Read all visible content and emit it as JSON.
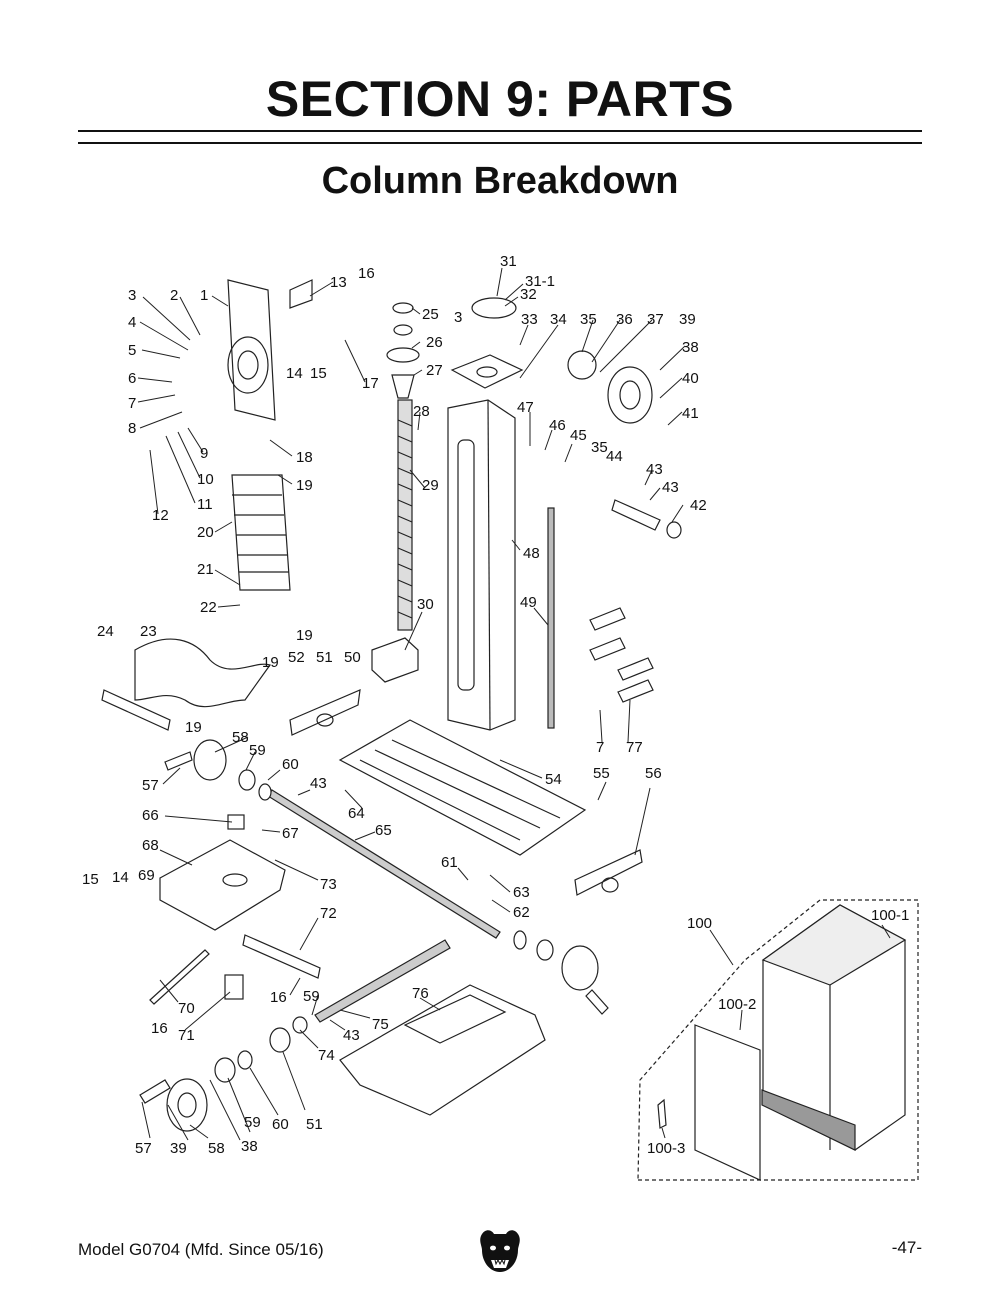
{
  "section_title": "SECTION 9: PARTS",
  "subtitle": "Column Breakdown",
  "footer": {
    "model": "Model G0704 (Mfd. Since 05/16)",
    "page": "-47-"
  },
  "logo": {
    "icon": "grizzly-bear-logo-icon"
  },
  "callouts": [
    "1",
    "2",
    "3",
    "4",
    "5",
    "6",
    "7",
    "8",
    "9",
    "10",
    "11",
    "12",
    "13",
    "14",
    "15",
    "16",
    "17",
    "18",
    "19",
    "20",
    "21",
    "22",
    "23",
    "24",
    "25",
    "26",
    "27",
    "28",
    "29",
    "30",
    "31",
    "31-1",
    "32",
    "33",
    "34",
    "35",
    "36",
    "37",
    "38",
    "39",
    "40",
    "41",
    "42",
    "43",
    "44",
    "45",
    "46",
    "47",
    "48",
    "49",
    "50",
    "51",
    "52",
    "54",
    "55",
    "56",
    "57",
    "58",
    "59",
    "60",
    "61",
    "62",
    "63",
    "64",
    "65",
    "66",
    "67",
    "68",
    "69",
    "70",
    "71",
    "72",
    "73",
    "74",
    "75",
    "76",
    "77",
    "100",
    "100-1",
    "100-2",
    "100-3"
  ]
}
